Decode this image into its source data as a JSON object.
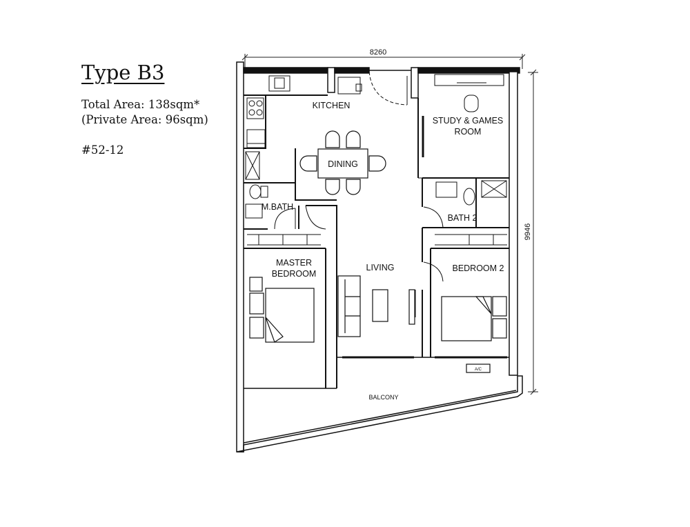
{
  "info": {
    "type_title": "Type B3",
    "total_area": "Total Area: 138sqm*",
    "private_area": "(Private Area:  96sqm)",
    "unit_no": "#52-12"
  },
  "plan": {
    "width_dim": "8260",
    "height_dim": "9946",
    "rooms": {
      "kitchen": "KITCHEN",
      "study_line1": "STUDY & GAMES",
      "study_line2": "ROOM",
      "dining": "DINING",
      "mbath": "M.BATH",
      "bath2": "BATH 2",
      "master_line1": "MASTER",
      "master_line2": "BEDROOM",
      "living": "LIVING",
      "bedroom2": "BEDROOM 2",
      "balcony": "BALCONY",
      "ac": "A/C"
    }
  }
}
